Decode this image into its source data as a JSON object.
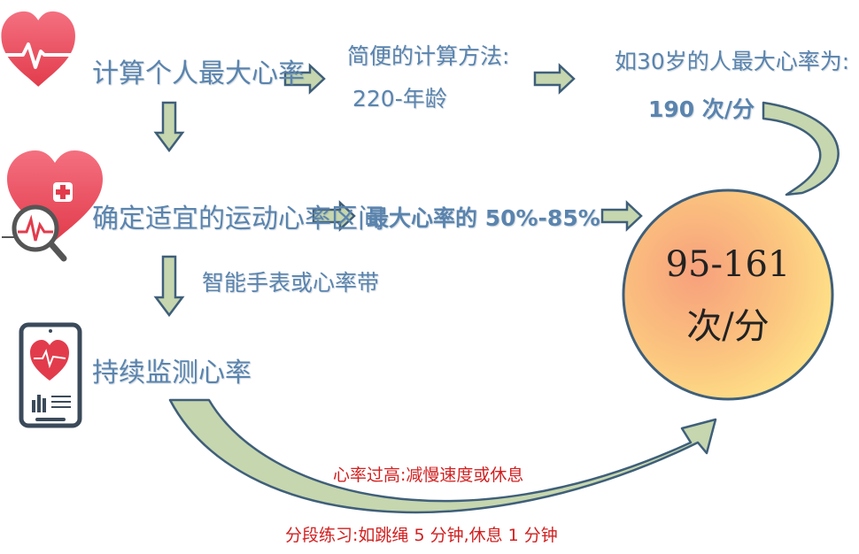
{
  "steps": {
    "step1": "计算个人最大心率",
    "step2": "确定适宜的运动心率区间",
    "step3": "持续监测心率"
  },
  "calc": {
    "method_label": "简便的计算方法:",
    "formula": "220-年龄",
    "example_label": "如30岁的人最大心率为:",
    "example_value": "190 次/分"
  },
  "range": {
    "label": "最大心率的 50%-85%"
  },
  "monitor": {
    "device_label": "智能手表或心率带"
  },
  "result": {
    "line1": "95-161",
    "line2": "次/分"
  },
  "tips": {
    "tip1": "心率过高:减慢速度或休息",
    "tip2": "分段练习:如跳绳 5 分钟,休息 1 分钟"
  },
  "colors": {
    "heart_red": "#ea4a5a",
    "text_blue": "#5a84ae",
    "arrow_green": "#c6d6ae",
    "arrow_stroke": "#3f5f7a",
    "tip_red": "#d22020",
    "circle_gradient_start": "#f7a07c",
    "circle_gradient_end": "#ffe98a"
  }
}
